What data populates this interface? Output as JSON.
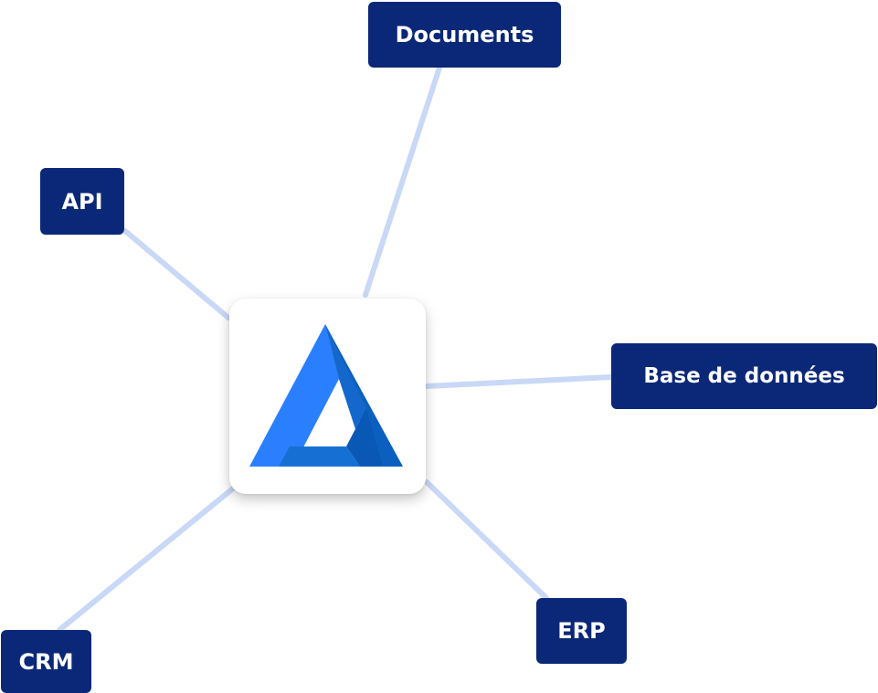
{
  "diagram": {
    "hub": {
      "logo_icon": "triangle-logo-icon",
      "logo_colors": {
        "primary": "#2a7fff",
        "secondary": "#1560c8",
        "shade": "#0b5fbf"
      }
    },
    "nodes": [
      {
        "id": "documents",
        "label": "Documents"
      },
      {
        "id": "api",
        "label": "API"
      },
      {
        "id": "database",
        "label": "Base de données"
      },
      {
        "id": "erp",
        "label": "ERP"
      },
      {
        "id": "crm",
        "label": "CRM"
      }
    ],
    "connections": [
      {
        "from": "hub",
        "to": "documents"
      },
      {
        "from": "hub",
        "to": "api"
      },
      {
        "from": "hub",
        "to": "database"
      },
      {
        "from": "hub",
        "to": "erp"
      },
      {
        "from": "hub",
        "to": "crm"
      }
    ],
    "colors": {
      "node_background": "#0b2878",
      "node_text": "#ffffff",
      "connector": "#c8d8f6",
      "hub_background": "#ffffff"
    }
  }
}
